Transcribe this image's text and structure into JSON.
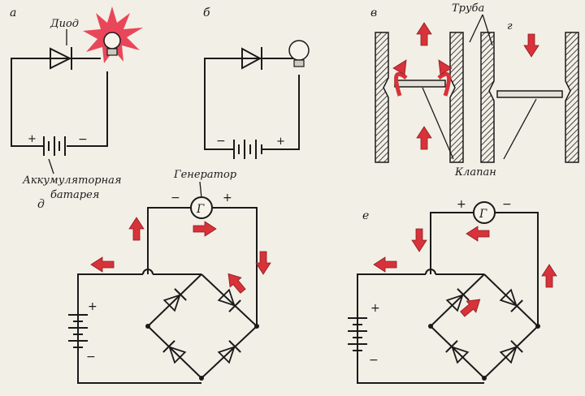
{
  "labels": {
    "a": "а",
    "b": "б",
    "v": "в",
    "g": "г",
    "d": "д",
    "e": "е",
    "diode": "Диод",
    "battery_line1": "Аккумуляторная",
    "battery_line2": "батарея",
    "generator": "Генератор",
    "pipe": "Труба",
    "valve": "Клапан",
    "gen_symbol_d": "Г",
    "gen_symbol_e": "Г",
    "plus": "+",
    "minus": "−"
  },
  "colors": {
    "arrow": "#d8323a",
    "ink": "#1a1a1a",
    "paper": "#f2efe6",
    "lamp_glow": "#e8334a"
  },
  "icons": {
    "arrow": "red-flow-arrow",
    "lamp": "light-bulb-icon",
    "diode": "diode-symbol",
    "battery": "battery-symbol",
    "generator": "generator-symbol"
  }
}
